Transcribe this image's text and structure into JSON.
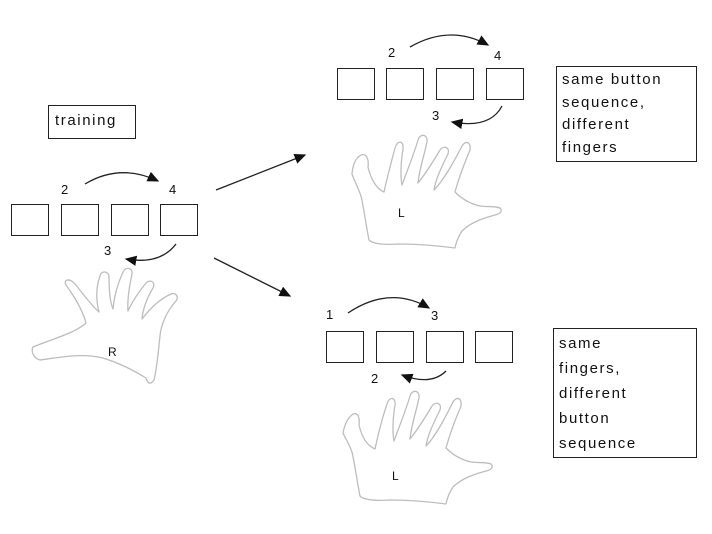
{
  "training_label": "training",
  "training_group": {
    "numbers": [
      "2",
      "4",
      "3"
    ],
    "hand_label": "R"
  },
  "top_group": {
    "numbers": [
      "2",
      "4",
      "3"
    ],
    "hand_label": "L",
    "note_lines": [
      "same button",
      "sequence,",
      "different",
      "fingers"
    ]
  },
  "bottom_group": {
    "numbers": [
      "1",
      "3",
      "2"
    ],
    "hand_label": "L",
    "note_lines": [
      "same",
      "fingers,",
      "different",
      "button",
      "sequence"
    ]
  }
}
